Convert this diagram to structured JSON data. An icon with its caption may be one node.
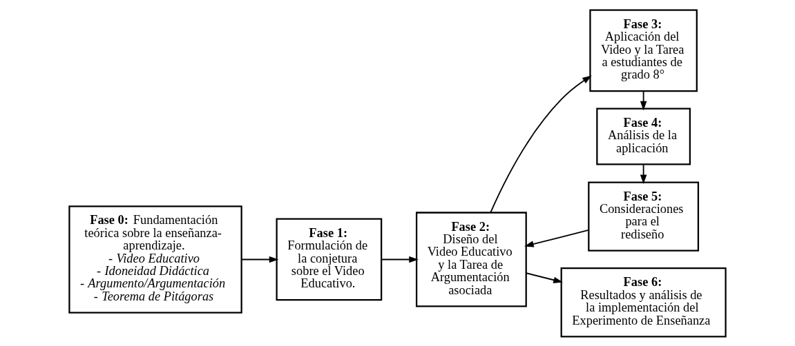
{
  "diagram": {
    "nodes": [
      {
        "text": [
          "**Fase 0:** Fundamentación teórica sobre la enseñanza-aprendizaje.",
          "- *Video Educativo*",
          "- *Idoneidad Didáctica*",
          "- *Argumento/Argumentación*",
          "- *Teorema de Pitágoras*"
        ]
      },
      {
        "text": [
          "Fase 1:",
          "Formulación de la conjetura sobre el Video Educativo."
        ]
      },
      {
        "text": [
          "Fase 2:",
          "Diseño del Video Educativo y la Tarea de Argumentación asociada"
        ]
      },
      {
        "text": [
          "Fase 3:",
          "Aplicación del Video y la Tarea a estudiantes de grado 8°"
        ]
      },
      {
        "text": [
          "Fase 4:",
          "Análisis de la aplicación"
        ]
      },
      {
        "text": [
          "Fase 5:",
          "Consideraciones para el rediseño"
        ]
      },
      {
        "text": [
          "Fase 6:",
          "Resultados y análisis de la implementación del Experimento de Enseñanza"
        ]
      }
    ],
    "edges": [
      {
        "from": 0,
        "to": 1,
        "arrow": "to"
      },
      {
        "from": 1,
        "to": 2,
        "arrow": "to"
      },
      {
        "from": 2,
        "to": 3,
        "arrow": "to"
      },
      {
        "from": 3,
        "to": 4,
        "arrow": "to"
      },
      {
        "from": 4,
        "to": 5,
        "arrow": "to"
      },
      {
        "from": 5,
        "to": 2,
        "arrow": "to"
      },
      {
        "from": 2,
        "to": 6,
        "arrow": "to"
      }
    ]
  }
}
